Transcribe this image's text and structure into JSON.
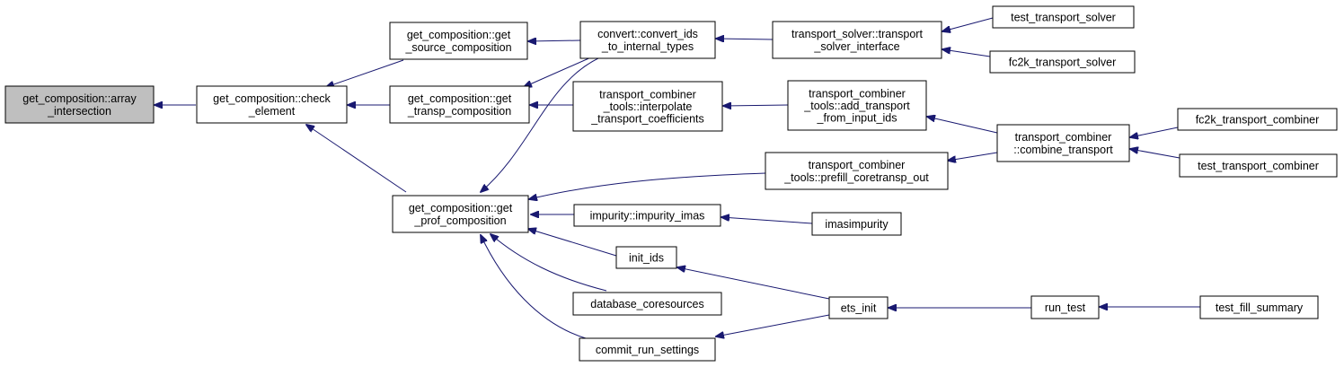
{
  "colors": {
    "edge": "#191970",
    "root_fill": "#bfbfbf",
    "node_fill": "#ffffff",
    "border": "#000000"
  },
  "nodes": {
    "array_intersection": {
      "lines": [
        "get_composition::array",
        "_intersection"
      ]
    },
    "check_element": {
      "lines": [
        "get_composition::check",
        "_element"
      ]
    },
    "get_source_composition": {
      "lines": [
        "get_composition::get",
        "_source_composition"
      ]
    },
    "get_transp_composition": {
      "lines": [
        "get_composition::get",
        "_transp_composition"
      ]
    },
    "get_prof_composition": {
      "lines": [
        "get_composition::get",
        "_prof_composition"
      ]
    },
    "convert_ids": {
      "lines": [
        "convert::convert_ids",
        "_to_internal_types"
      ]
    },
    "interpolate": {
      "lines": [
        "transport_combiner",
        "_tools::interpolate",
        "_transport_coefficients"
      ]
    },
    "impurity_imas": {
      "lines": [
        "impurity::impurity_imas"
      ]
    },
    "init_ids": {
      "lines": [
        "init_ids"
      ]
    },
    "database_coresources": {
      "lines": [
        "database_coresources"
      ]
    },
    "commit_run_settings": {
      "lines": [
        "commit_run_settings"
      ]
    },
    "transport_solver_interface": {
      "lines": [
        "transport_solver::transport",
        "_solver_interface"
      ]
    },
    "add_transport": {
      "lines": [
        "transport_combiner",
        "_tools::add_transport",
        "_from_input_ids"
      ]
    },
    "prefill": {
      "lines": [
        "transport_combiner",
        "_tools::prefill_coretransp_out"
      ]
    },
    "imasimpurity": {
      "lines": [
        "imasimpurity"
      ]
    },
    "ets_init": {
      "lines": [
        "ets_init"
      ]
    },
    "test_transport_solver": {
      "lines": [
        "test_transport_solver"
      ]
    },
    "fc2k_transport_solver": {
      "lines": [
        "fc2k_transport_solver"
      ]
    },
    "combine_transport": {
      "lines": [
        "transport_combiner",
        "::combine_transport"
      ]
    },
    "run_test": {
      "lines": [
        "run_test"
      ]
    },
    "fc2k_transport_combiner": {
      "lines": [
        "fc2k_transport_combiner"
      ]
    },
    "test_transport_combiner": {
      "lines": [
        "test_transport_combiner"
      ]
    },
    "test_fill_summary": {
      "lines": [
        "test_fill_summary"
      ]
    }
  },
  "edges": [
    {
      "from": "check_element",
      "to": "array_intersection"
    },
    {
      "from": "get_source_composition",
      "to": "check_element"
    },
    {
      "from": "get_transp_composition",
      "to": "check_element"
    },
    {
      "from": "get_prof_composition",
      "to": "check_element"
    },
    {
      "from": "convert_ids",
      "to": "get_source_composition"
    },
    {
      "from": "convert_ids",
      "to": "get_transp_composition"
    },
    {
      "from": "interpolate",
      "to": "get_transp_composition"
    },
    {
      "from": "convert_ids",
      "to": "get_prof_composition"
    },
    {
      "from": "prefill",
      "to": "get_prof_composition"
    },
    {
      "from": "impurity_imas",
      "to": "get_prof_composition"
    },
    {
      "from": "init_ids",
      "to": "get_prof_composition"
    },
    {
      "from": "database_coresources",
      "to": "get_prof_composition"
    },
    {
      "from": "commit_run_settings",
      "to": "get_prof_composition"
    },
    {
      "from": "transport_solver_interface",
      "to": "convert_ids"
    },
    {
      "from": "add_transport",
      "to": "interpolate"
    },
    {
      "from": "imasimpurity",
      "to": "impurity_imas"
    },
    {
      "from": "ets_init",
      "to": "init_ids"
    },
    {
      "from": "ets_init",
      "to": "commit_run_settings"
    },
    {
      "from": "test_transport_solver",
      "to": "transport_solver_interface"
    },
    {
      "from": "fc2k_transport_solver",
      "to": "transport_solver_interface"
    },
    {
      "from": "combine_transport",
      "to": "add_transport"
    },
    {
      "from": "combine_transport",
      "to": "prefill"
    },
    {
      "from": "run_test",
      "to": "ets_init"
    },
    {
      "from": "fc2k_transport_combiner",
      "to": "combine_transport"
    },
    {
      "from": "test_transport_combiner",
      "to": "combine_transport"
    },
    {
      "from": "test_fill_summary",
      "to": "run_test"
    }
  ]
}
